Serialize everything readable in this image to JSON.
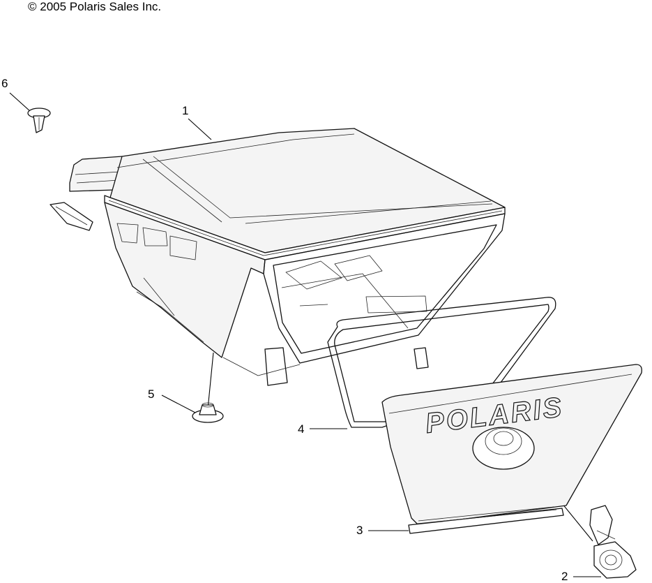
{
  "copyright": "© 2005 Polaris Sales Inc.",
  "callouts": [
    {
      "number": "1",
      "part": "storage-box"
    },
    {
      "number": "2",
      "part": "latch"
    },
    {
      "number": "3",
      "part": "hinge-strip"
    },
    {
      "number": "4",
      "part": "lid-seal"
    },
    {
      "number": "5",
      "part": "grommet-nut"
    },
    {
      "number": "6",
      "part": "push-rivet"
    }
  ],
  "lid_logo": "POLARIS"
}
